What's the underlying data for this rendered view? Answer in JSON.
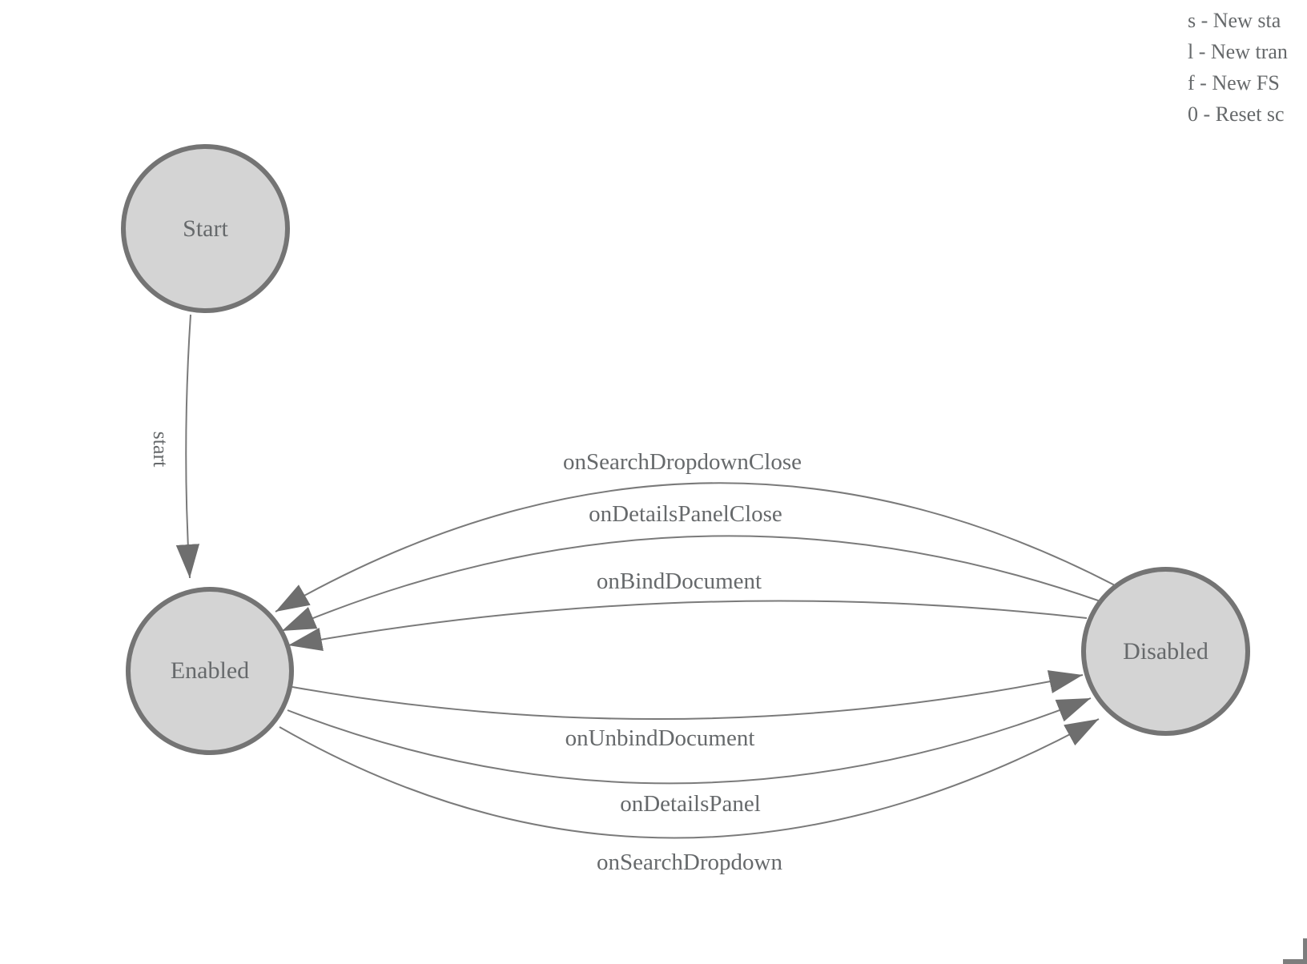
{
  "colors": {
    "background": "#ffffff",
    "state_fill": "#d4d4d4",
    "state_stroke": "#747474",
    "edge_stroke": "#7a7a7a",
    "arrow_fill": "#6e6e6e",
    "label_text": "#66696b"
  },
  "states": [
    {
      "label": "Start"
    },
    {
      "label": "Enabled"
    },
    {
      "label": "Disabled"
    }
  ],
  "transitions": {
    "start_edge": {
      "label": "start",
      "from": "Start",
      "to": "Enabled"
    },
    "disabled_to_enabled": [
      {
        "label": "onSearchDropdownClose",
        "from": "Disabled",
        "to": "Enabled"
      },
      {
        "label": "onDetailsPanelClose",
        "from": "Disabled",
        "to": "Enabled"
      },
      {
        "label": "onBindDocument",
        "from": "Disabled",
        "to": "Enabled"
      }
    ],
    "enabled_to_disabled": [
      {
        "label": "onUnbindDocument",
        "from": "Enabled",
        "to": "Disabled"
      },
      {
        "label": "onDetailsPanel",
        "from": "Enabled",
        "to": "Disabled"
      },
      {
        "label": "onSearchDropdown",
        "from": "Enabled",
        "to": "Disabled"
      }
    ]
  },
  "legend": {
    "lines": [
      "s - New sta",
      "l - New tran",
      "f - New FS",
      "0 - Reset sc"
    ]
  }
}
